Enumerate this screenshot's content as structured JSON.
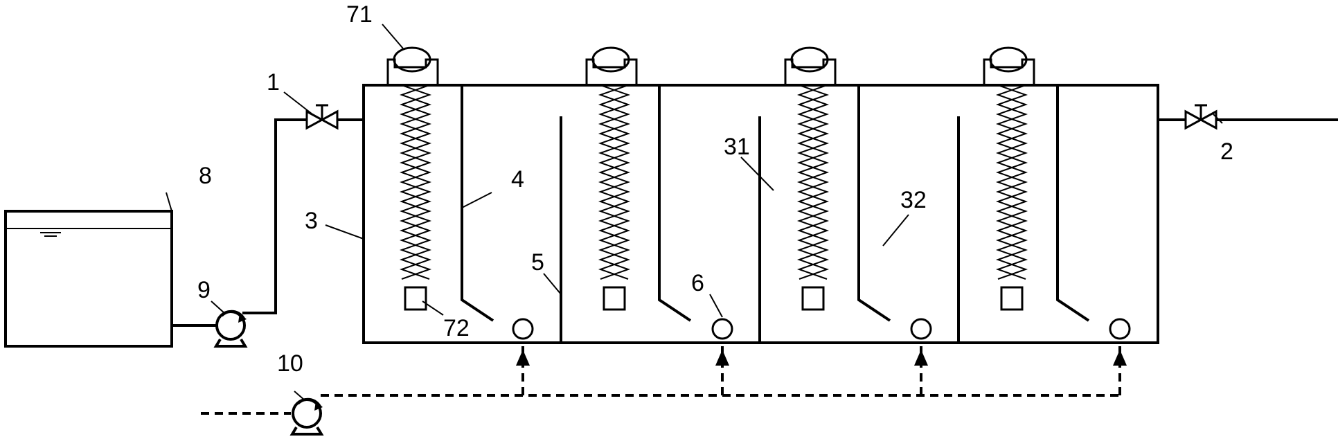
{
  "labels": {
    "l1": "1",
    "l2": "2",
    "l3": "3",
    "l4": "4",
    "l5": "5",
    "l6": "6",
    "l8": "8",
    "l9": "9",
    "l10": "10",
    "l31": "31",
    "l32": "32",
    "l71": "71",
    "l72": "72"
  }
}
